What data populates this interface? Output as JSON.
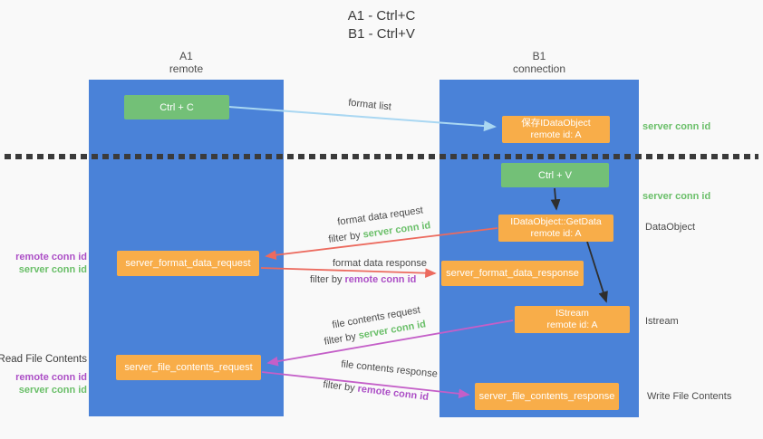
{
  "title": {
    "line1": "A1 - Ctrl+C",
    "line2": "B1 - Ctrl+V"
  },
  "lifelines": {
    "a1": {
      "name": "A1",
      "role": "remote"
    },
    "b1": {
      "name": "B1",
      "role": "connection"
    }
  },
  "nodes": {
    "ctrl_c": {
      "label": "Ctrl + C"
    },
    "ctrl_v": {
      "label": "Ctrl + V"
    },
    "save_idataobject": {
      "line1": "保存IDataObject",
      "line2": "remote id: A"
    },
    "getdata": {
      "line1": "IDataObject::GetData",
      "line2": "remote id: A"
    },
    "istream": {
      "line1": "IStream",
      "line2": "remote id: A"
    },
    "server_format_data_request": {
      "label": "server_format_data_request"
    },
    "server_format_data_response": {
      "label": "server_format_data_response"
    },
    "server_file_contents_request": {
      "label": "server_file_contents_request"
    },
    "server_file_contents_response": {
      "label": "server_file_contents_response"
    }
  },
  "edges": {
    "format_list": "format list",
    "format_data_request": "format data request",
    "format_data_response": "format data response",
    "file_contents_request": "file contents request",
    "file_contents_response": "file contents response"
  },
  "strings": {
    "filter_by": "filter by ",
    "server_conn_id": "server conn id",
    "remote_conn_id": "remote conn id"
  },
  "annotations": {
    "dataobject": "DataObject",
    "istream": "Istream",
    "write_file_contents": "Write File Contents",
    "read_file_contents": "Read File Contents"
  },
  "colors": {
    "lifeline_blue": "#4a82d8",
    "action_green": "#73c077",
    "message_orange": "#f8ad49",
    "arrow_light_blue": "#a9d7f2",
    "arrow_red": "#ec6a5e",
    "arrow_magenta": "#c45fc8",
    "server_conn_id_green": "#6abf69",
    "remote_conn_id_purple": "#ac4fc6",
    "divider_dark": "#3b3b3b"
  }
}
